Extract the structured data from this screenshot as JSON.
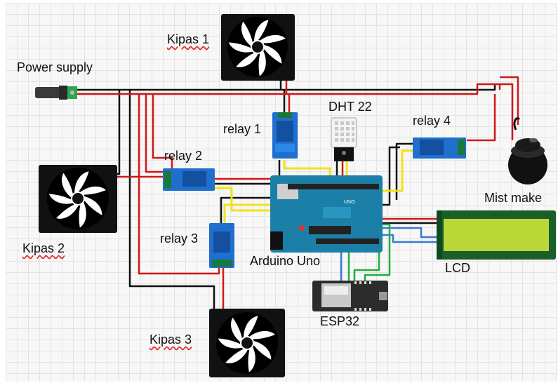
{
  "labels": {
    "power_supply": "Power supply",
    "kipas_1": "Kipas 1",
    "kipas_2": "Kipas 2",
    "kipas_3": "Kipas 3",
    "relay_1": "relay 1",
    "relay_2": "relay 2",
    "relay_3": "relay 3",
    "relay_4": "relay 4",
    "dht22": "DHT 22",
    "mist_maker": "Mist make",
    "arduino": "Arduino Uno",
    "lcd": "LCD",
    "esp32": "ESP32"
  },
  "colors": {
    "wire_black": "#111111",
    "wire_red": "#d01818",
    "wire_yellow": "#f2e21a",
    "wire_green": "#22aa44",
    "wire_blue": "#3a78d8",
    "relay_blue": "#1f6fcf",
    "arduino_teal": "#1c7fa8",
    "lcd_green": "#b9d838",
    "esp32_dark": "#2c2c2c"
  }
}
